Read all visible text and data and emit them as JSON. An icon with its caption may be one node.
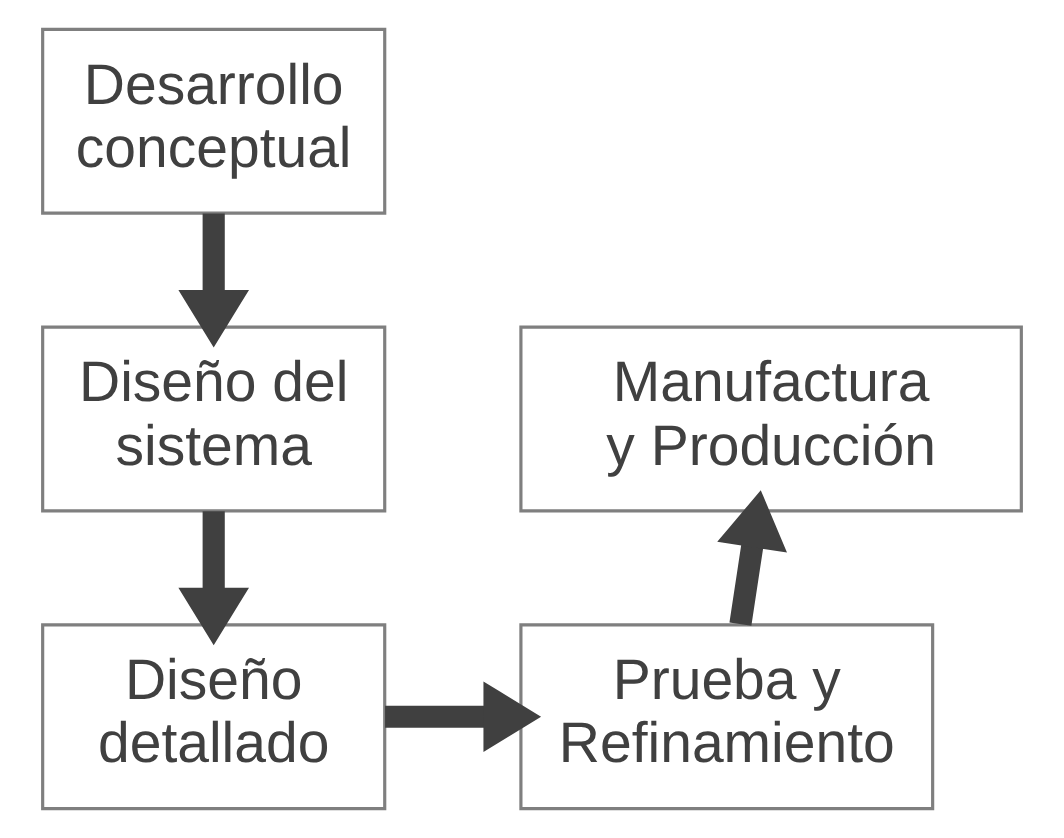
{
  "diagram": {
    "nodes": [
      {
        "text": [
          "Desarrollo conceptual"
        ]
      },
      {
        "text": [
          "Diseño del sistema"
        ]
      },
      {
        "text": [
          "Diseño detallado"
        ]
      },
      {
        "text": [
          "Prueba y Refinamiento"
        ]
      },
      {
        "text": [
          "Manufactura y Producción"
        ]
      }
    ],
    "edges": [
      {
        "from": 0,
        "to": 1,
        "arrow": "to"
      },
      {
        "from": 1,
        "to": 2,
        "arrow": "to"
      },
      {
        "from": 2,
        "to": 3,
        "arrow": "to"
      },
      {
        "from": 3,
        "to": 4,
        "arrow": "to"
      }
    ]
  }
}
